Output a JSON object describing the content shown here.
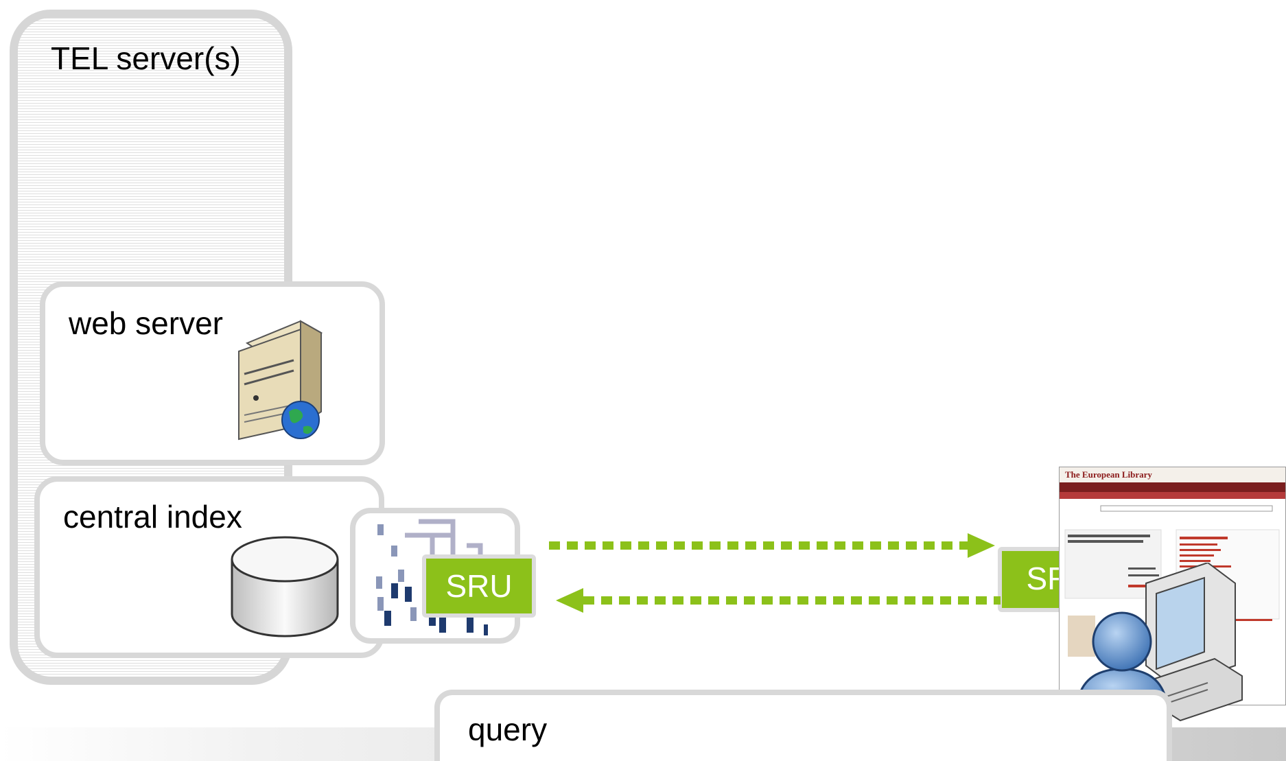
{
  "labels": {
    "tel_server": "TEL server(s)",
    "web_server": "web server",
    "central_index": "central index",
    "sru_left": "SRU",
    "sru_right": "SRU",
    "query": "query"
  },
  "browser": {
    "site_title": "The European Library"
  },
  "colors": {
    "arrow": "#8cc11a",
    "sru_bg": "#8cc11a",
    "panel_border": "#d8d8d8"
  },
  "icons": [
    "server-globe-icon",
    "database-cylinder-icon",
    "binary-data-icon",
    "user-icon",
    "desktop-computer-icon"
  ]
}
